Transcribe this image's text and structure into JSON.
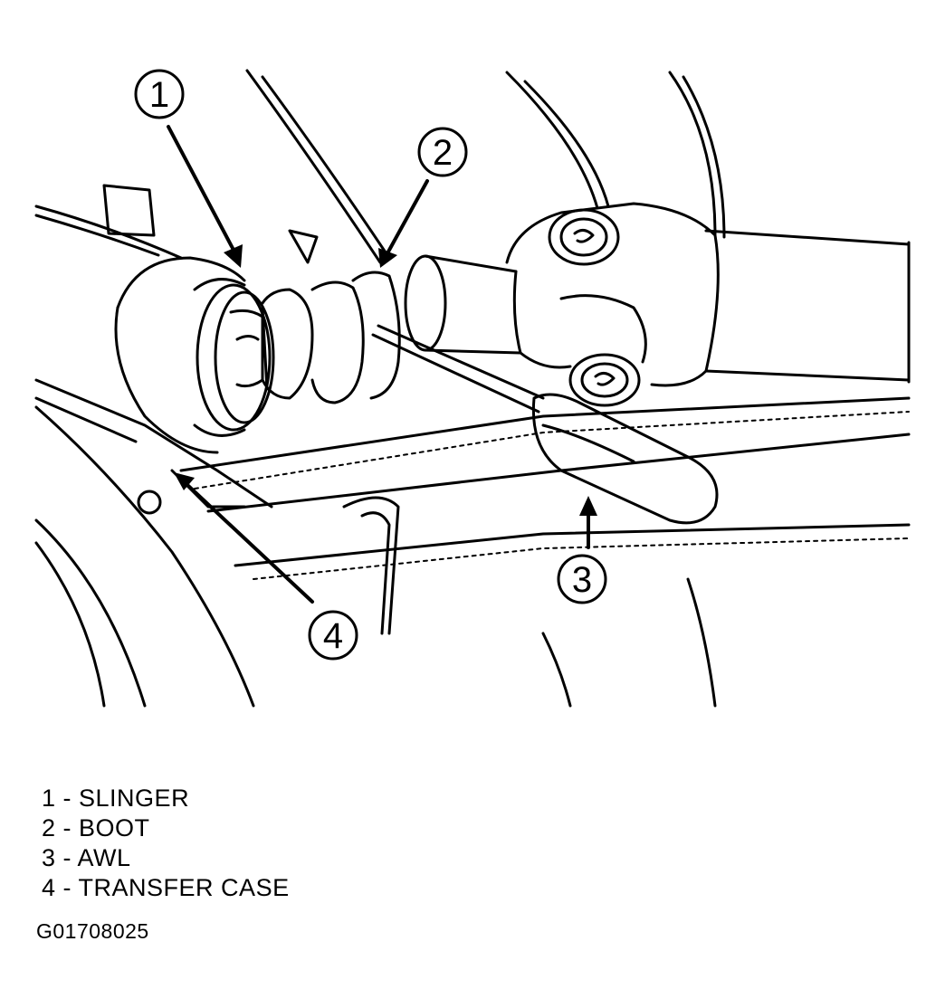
{
  "callouts": [
    {
      "number": "1",
      "part": "SLINGER"
    },
    {
      "number": "2",
      "part": "BOOT"
    },
    {
      "number": "3",
      "part": "AWL"
    },
    {
      "number": "4",
      "part": "TRANSFER CASE"
    }
  ],
  "figure_id": "G01708025",
  "colors": {
    "ink": "#000000",
    "paper": "#ffffff"
  }
}
